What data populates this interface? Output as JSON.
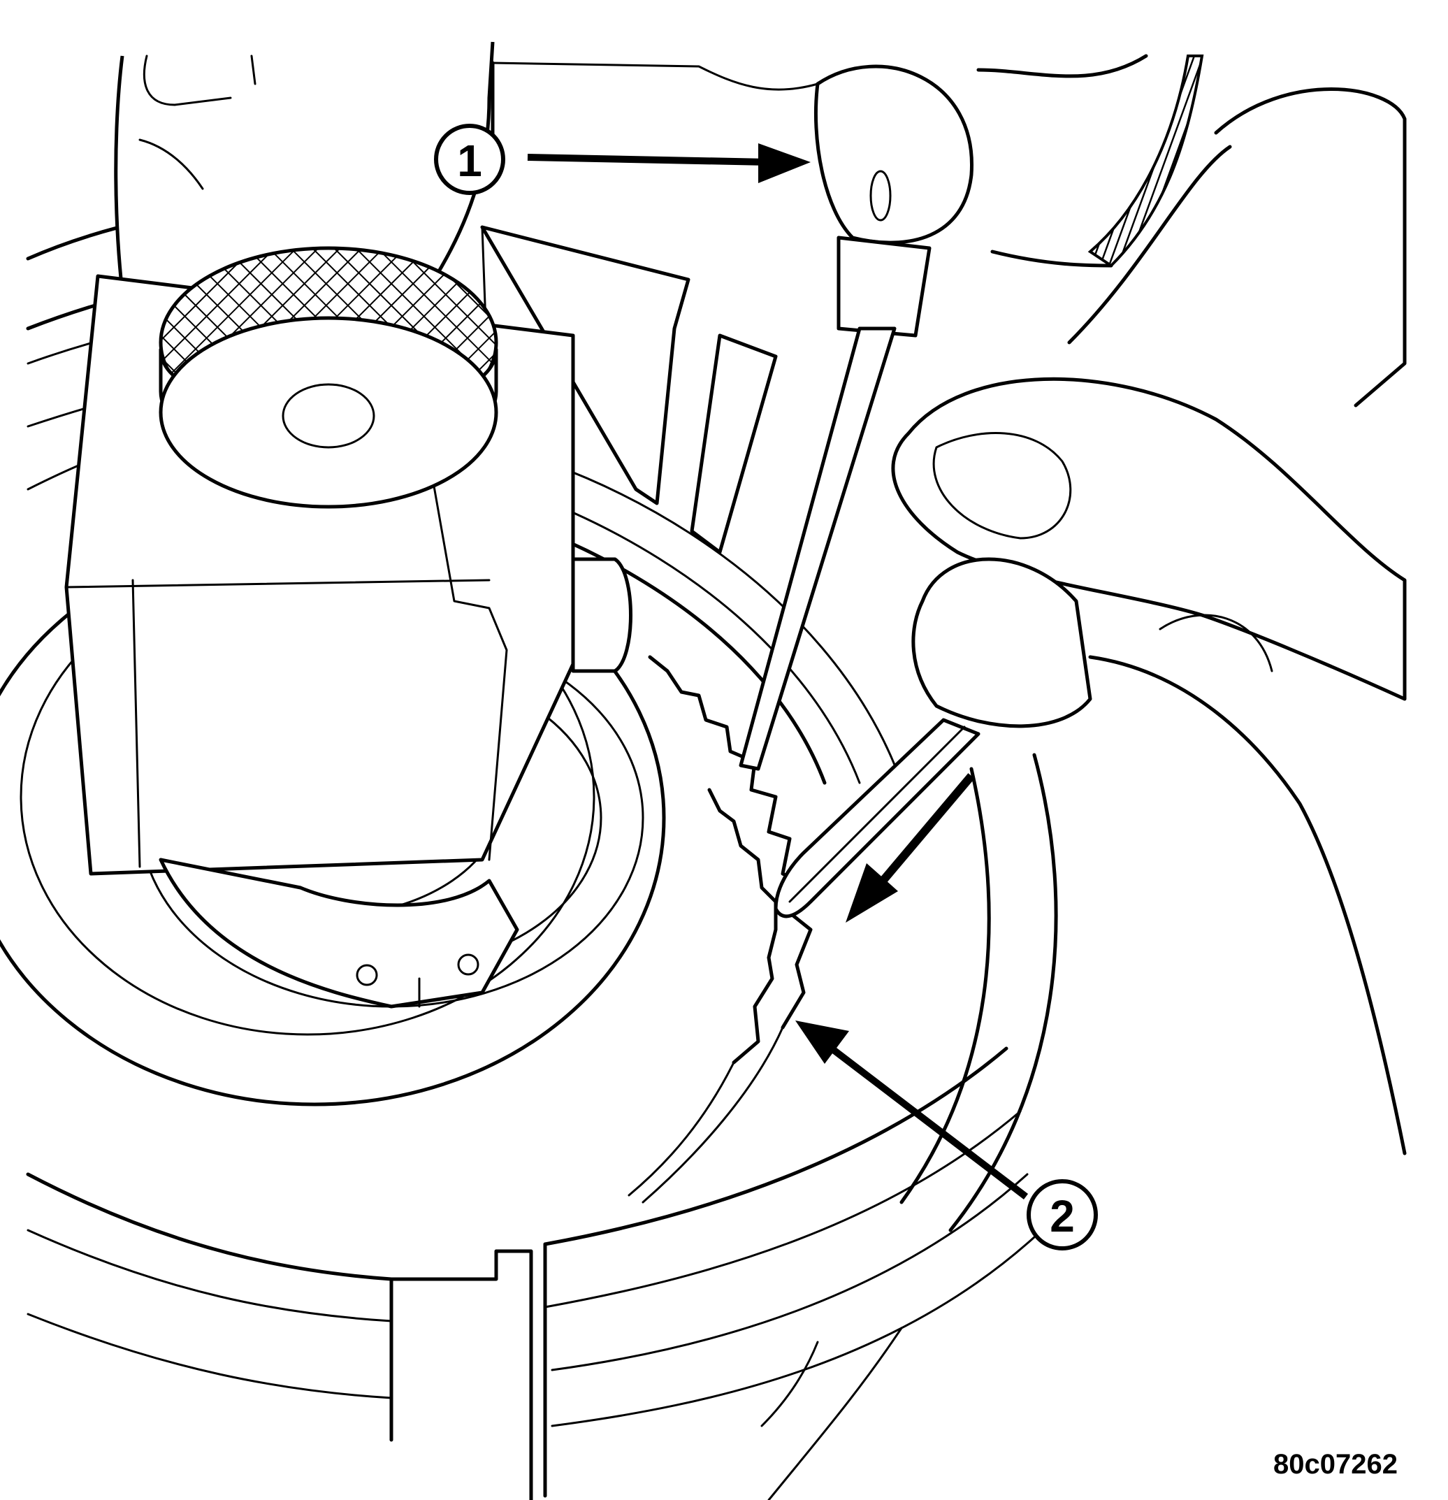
{
  "figure_id": "80c07262",
  "callouts": [
    {
      "number": "1"
    },
    {
      "number": "2"
    }
  ],
  "colors": {
    "line": "#000000",
    "background": "#ffffff"
  }
}
